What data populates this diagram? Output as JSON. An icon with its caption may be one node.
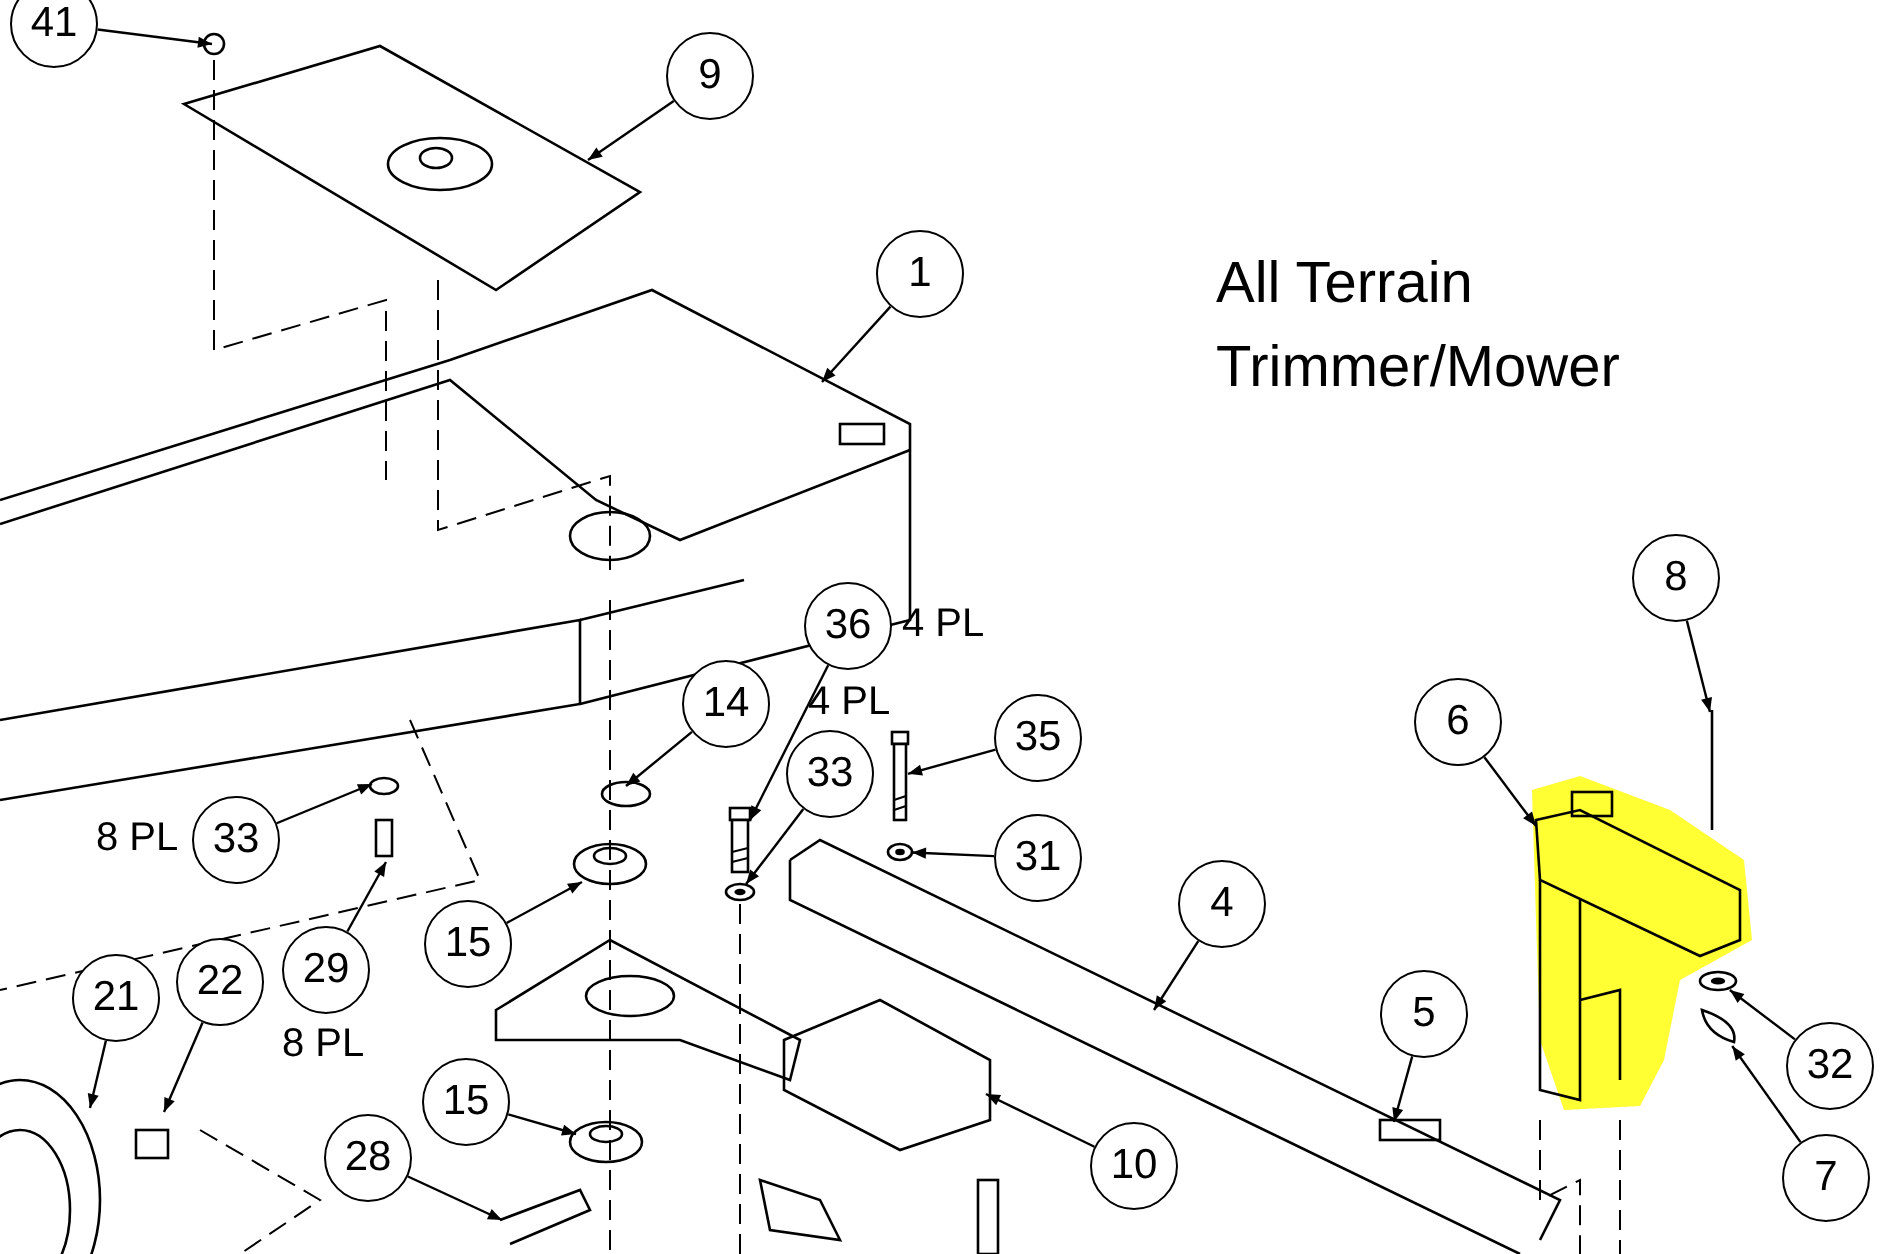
{
  "diagram": {
    "title": "All Terrain Trimmer/Mower",
    "nodes": [
      {
        "text": [
          "41"
        ]
      },
      {
        "text": [
          "9"
        ]
      },
      {
        "text": [
          "1"
        ]
      },
      {
        "text": [
          "36"
        ],
        "beside": [
          "4 PL"
        ]
      },
      {
        "text": [
          "14"
        ]
      },
      {
        "text": [
          "35"
        ]
      },
      {
        "text": [
          "33"
        ],
        "beside": [
          "4 PL"
        ]
      },
      {
        "text": [
          "31"
        ]
      },
      {
        "text": [
          "4"
        ]
      },
      {
        "text": [
          "8"
        ]
      },
      {
        "text": [
          "6"
        ]
      },
      {
        "text": [
          "5"
        ]
      },
      {
        "text": [
          "32"
        ]
      },
      {
        "text": [
          "7"
        ]
      },
      {
        "text": [
          "33"
        ],
        "beside": [
          "8 PL"
        ]
      },
      {
        "text": [
          "29"
        ],
        "beside": [
          "8 PL"
        ]
      },
      {
        "text": [
          "15"
        ]
      },
      {
        "text": [
          "21"
        ]
      },
      {
        "text": [
          "22"
        ]
      },
      {
        "text": [
          "15"
        ]
      },
      {
        "text": [
          "28"
        ]
      },
      {
        "text": [
          "10"
        ]
      },
      {
        "text": [],
        "shape": "bolt"
      },
      {
        "text": [],
        "shape": "bolt"
      },
      {
        "text": [],
        "shape": "washer"
      },
      {
        "text": [],
        "shape": "pin"
      },
      {
        "text": [],
        "shape": "washer"
      },
      {
        "text": [],
        "shape": "washer"
      }
    ],
    "edges": [
      {
        "from": 0,
        "to": null,
        "arrow": "to"
      },
      {
        "from": 1,
        "to": null,
        "arrow": "to"
      },
      {
        "from": 2,
        "to": null,
        "arrow": "to"
      },
      {
        "from": 3,
        "to": 22,
        "arrow": "to"
      },
      {
        "from": 4,
        "to": null,
        "arrow": "to"
      },
      {
        "from": 5,
        "to": 23,
        "arrow": "to"
      },
      {
        "from": 6,
        "to": 26,
        "arrow": "to"
      },
      {
        "from": 7,
        "to": 24,
        "arrow": "to"
      },
      {
        "from": 8,
        "to": null,
        "arrow": "to"
      },
      {
        "from": 9,
        "to": null,
        "arrow": "to"
      },
      {
        "from": 10,
        "to": null,
        "arrow": "to"
      },
      {
        "from": 11,
        "to": null,
        "arrow": "to"
      },
      {
        "from": 12,
        "to": 27,
        "arrow": "to"
      },
      {
        "from": 13,
        "to": 25,
        "arrow": "to"
      },
      {
        "from": 14,
        "to": null,
        "arrow": "to"
      },
      {
        "from": 15,
        "to": null,
        "arrow": "to"
      },
      {
        "from": 16,
        "to": null,
        "arrow": "to"
      },
      {
        "from": 17,
        "to": null,
        "arrow": "to"
      },
      {
        "from": 18,
        "to": null,
        "arrow": "to"
      },
      {
        "from": 19,
        "to": null,
        "arrow": "to"
      },
      {
        "from": 20,
        "to": null,
        "arrow": "to"
      },
      {
        "from": 21,
        "to": null,
        "arrow": "to"
      }
    ]
  }
}
